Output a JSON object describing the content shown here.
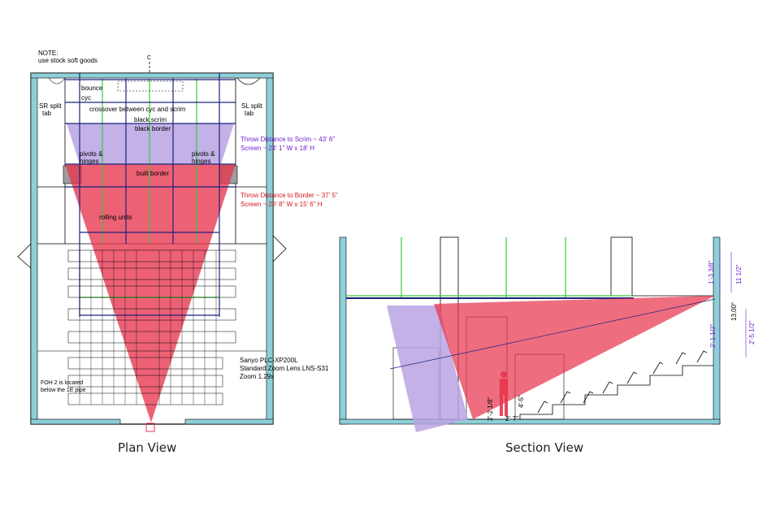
{
  "plan": {
    "note_title": "NOTE:",
    "note_body": "use stock soft goods",
    "center_mark": "C",
    "labels": {
      "bounce": "bounce",
      "cyc": "cyc",
      "crossover": "crossover between cyc and scrim",
      "black_scrim": "black scrim",
      "black_border": "black border",
      "pivots_left": [
        "pivots &",
        "hinges"
      ],
      "pivots_right": [
        "pivots &",
        "hinges"
      ],
      "built_border": "built border",
      "rolling_units": "rolling units",
      "sr_split": [
        "SR split",
        "tab"
      ],
      "sl_split": [
        "SL split",
        "tab"
      ],
      "foh": [
        "FOH 2 is located",
        "below the 1E pipe"
      ]
    },
    "throw_scrim": [
      "Throw Distance to Scrim ~ 43' 6\"",
      "Screen ~ 24' 1\" W x 18' H"
    ],
    "throw_border": [
      "Throw Distance to Border ~ 37' 5\"",
      "Screen ~ 20' 8\" W x 15' 6\" H"
    ],
    "projector": [
      "Sanyo PLC-XP200L",
      "Standard Zoom Lens LNS-S31",
      "Zoom 1.29x"
    ]
  },
  "section": {
    "dims": {
      "d1": "1'-3 3/8\"",
      "d2": "11 1/2\"",
      "d3": "13.00°",
      "d4": "2'-1 1/2\"",
      "d5": "2'-5 1/2\"",
      "d6": "4'-5\"",
      "d7": "2'-2 1/8\"",
      "d8": "2'-7\""
    }
  },
  "captions": {
    "plan": "Plan View",
    "section": "Section View"
  },
  "colors": {
    "purple_fill": "#b9a3e3",
    "red_fill": "#e8354e",
    "wall": "#8ecfd8",
    "batten_blue": "#1a237e",
    "batten_green": "#3bc83b",
    "purple_text": "#6a1fd0",
    "red_text": "#d4171c"
  }
}
